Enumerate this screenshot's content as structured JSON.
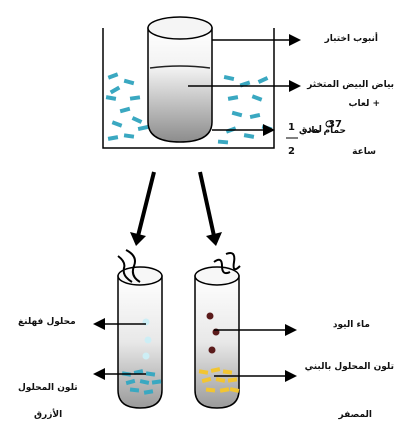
{
  "labels": {
    "test_tube": "أنبوب اختبار",
    "egg_white": "بياض البيض المتخثر",
    "saliva": "+ لعاب",
    "water_bath": "حمام مائي",
    "temperature": "37",
    "duration_word": "لمدة",
    "hour": "ساعة",
    "fehling": "محلول فهلنغ",
    "blue_color_1": "تلون المحلول",
    "blue_color_2": "الأزرق",
    "iodine": "ماء اليود",
    "orange_color": "تلون المحلول بالبني",
    "orange_color_2": "المصفر",
    "frac_num": "1",
    "frac_den": "2"
  },
  "colors": {
    "water": "#3aa8c1",
    "tube_top": "#ffffff",
    "tube_bottom": "#8c8c8c",
    "blue_liquid": "#3aa8c1",
    "orange_liquid": "#f2c531",
    "drop_iodine": "#5b1b1b",
    "drop_fehling": "#cdeef5"
  }
}
